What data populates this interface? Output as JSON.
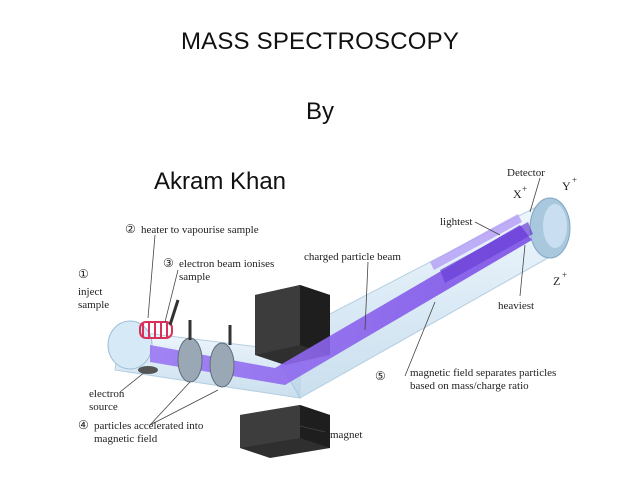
{
  "slide": {
    "title": "MASS SPECTROSCOPY",
    "by": "By",
    "author": "Akram Khan"
  },
  "diagram": {
    "labels": {
      "detector": "Detector",
      "x": "X",
      "y": "Y",
      "z": "Z",
      "plus": "+",
      "lightest": "lightest",
      "heaviest": "heaviest",
      "step2_num": "②",
      "step2": "heater to vapourise sample",
      "step3_num": "③",
      "step3_line1": "electron beam ionises",
      "step3_line2": "sample",
      "charged_beam": "charged particle beam",
      "step1_num": "①",
      "step1_line1": "inject",
      "step1_line2": "sample",
      "electron_line1": "electron",
      "electron_line2": "source",
      "step4_num": "④",
      "step4_line1": "particles accelerated into",
      "step4_line2": "magnetic field",
      "step5_num": "⑤",
      "step5_line1": "magnetic field separates particles",
      "step5_line2": "based on mass/charge ratio",
      "magnet": "magnet"
    },
    "colors": {
      "tube": "#cfe4f3",
      "tube_edge": "#9cbfd8",
      "beam": "#8a5cf0",
      "beam_dark": "#6a3fd6",
      "magnet": "#333333",
      "heater": "#d8325a"
    }
  }
}
